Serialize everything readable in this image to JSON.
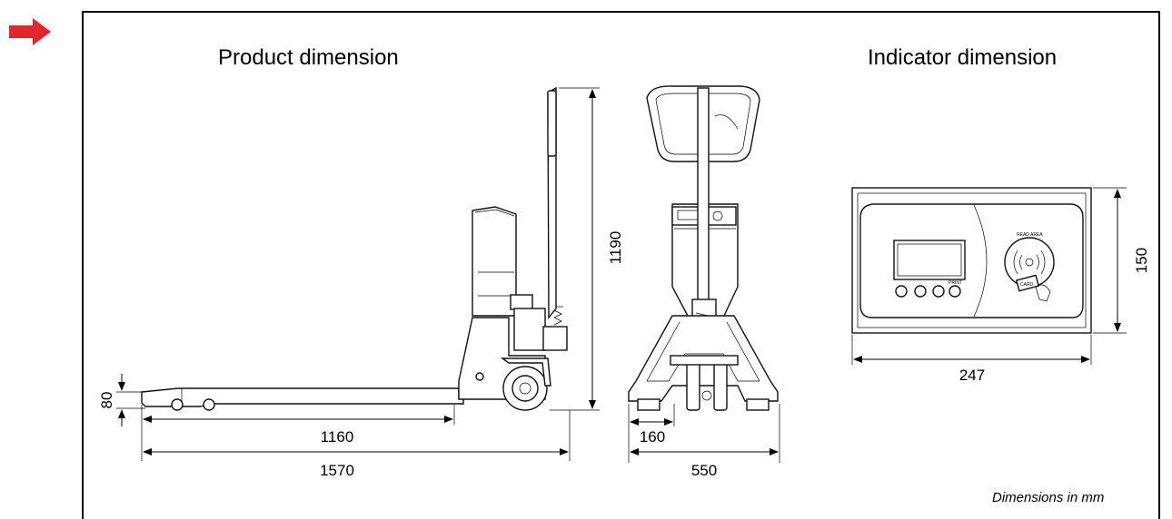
{
  "titles": {
    "product": "Product dimension",
    "indicator": "Indicator dimension"
  },
  "note": "Dimensions in mm",
  "dimensions": {
    "fork_height": "80",
    "fork_length": "1160",
    "overall_length": "1570",
    "overall_height": "1190",
    "fork_width": "160",
    "overall_width": "550",
    "indicator_width": "247",
    "indicator_height": "150"
  },
  "indicator_labels": {
    "read_area": "READ AREA",
    "card": "CARD",
    "print": "PRINT"
  },
  "colors": {
    "arrow": "#e3262d",
    "line": "#000000"
  },
  "icons": [
    "right-arrow-icon"
  ]
}
